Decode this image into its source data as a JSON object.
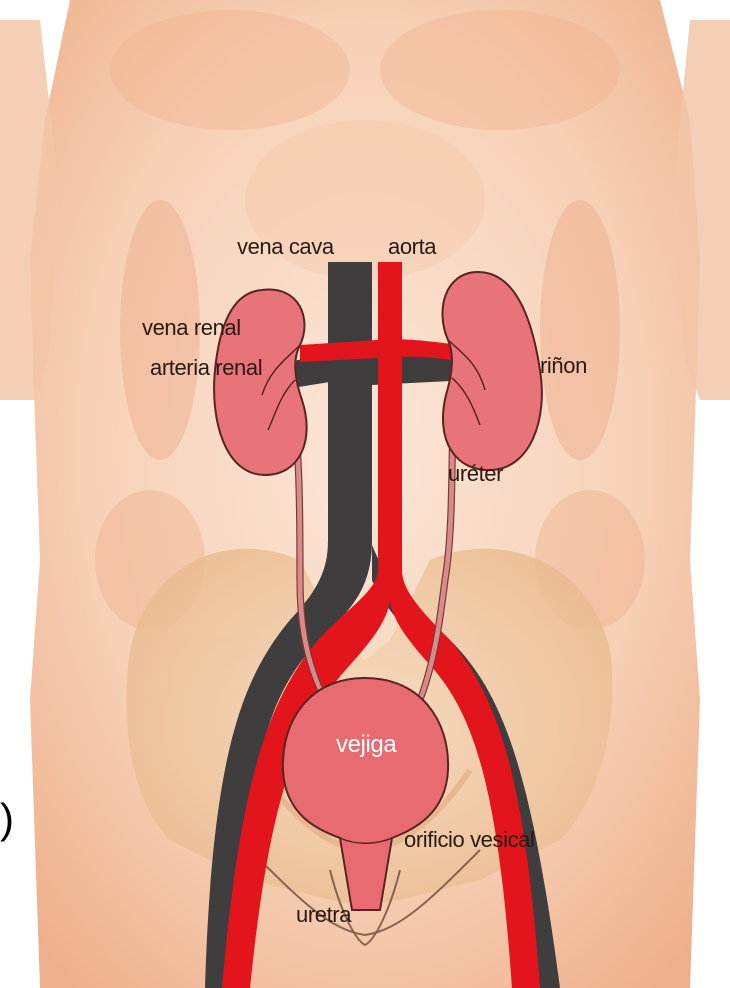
{
  "labels": {
    "vena_cava": "vena cava",
    "aorta": "aorta",
    "vena_renal": "vena renal",
    "arteria_renal": "arteria renal",
    "rinon": "riñon",
    "ureter": "uréter",
    "vejiga": "vejiga",
    "orificio_vesical": "orificio vesical",
    "uretra": "uretra",
    "edge_mark": ")"
  },
  "colors": {
    "skin": "#f6d3bd",
    "skin_shadow": "#ec9f78",
    "pelvis": "#efc49a",
    "kidney": "#e8747a",
    "kidney_outline": "#5a2420",
    "artery": "#e2141c",
    "vein": "#3f3d3e",
    "bladder": "#e86b72",
    "ureter": "#d98a8a"
  }
}
